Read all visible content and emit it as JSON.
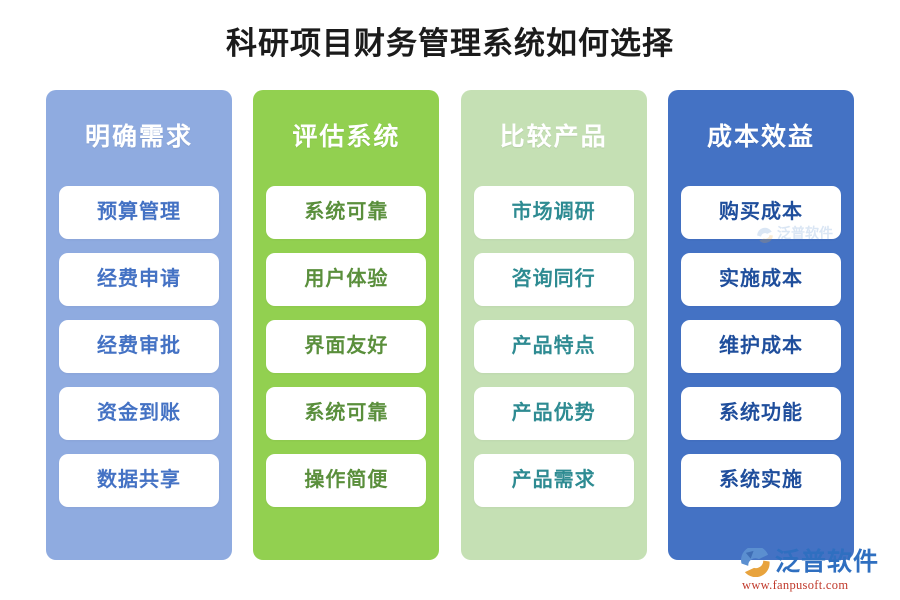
{
  "title": "科研项目财务管理系统如何选择",
  "columns": [
    {
      "header": "明确需求",
      "bg_color": "#8fabe0",
      "text_color": "#4472c4",
      "items": [
        "预算管理",
        "经费申请",
        "经费审批",
        "资金到账",
        "数据共享"
      ]
    },
    {
      "header": "评估系统",
      "bg_color": "#92d050",
      "text_color": "#5a8f3c",
      "items": [
        "系统可靠",
        "用户体验",
        "界面友好",
        "系统可靠",
        "操作简便"
      ]
    },
    {
      "header": "比较产品",
      "bg_color": "#c5e0b4",
      "text_color": "#2e8b92",
      "items": [
        "市场调研",
        "咨询同行",
        "产品特点",
        "产品优势",
        "产品需求"
      ]
    },
    {
      "header": "成本效益",
      "bg_color": "#4472c4",
      "text_color": "#1f4e9c",
      "items": [
        "购买成本",
        "实施成本",
        "维护成本",
        "系统功能",
        "系统实施"
      ]
    }
  ],
  "logo": {
    "name": "泛普软件",
    "url": "www.fanpusoft.com",
    "mark_icon": "fanpu-swoosh-icon",
    "brand_color": "#2f6fc0",
    "url_color": "#c0392b"
  },
  "watermark": {
    "name": "泛普软件",
    "mark_icon": "fanpu-swoosh-icon"
  }
}
